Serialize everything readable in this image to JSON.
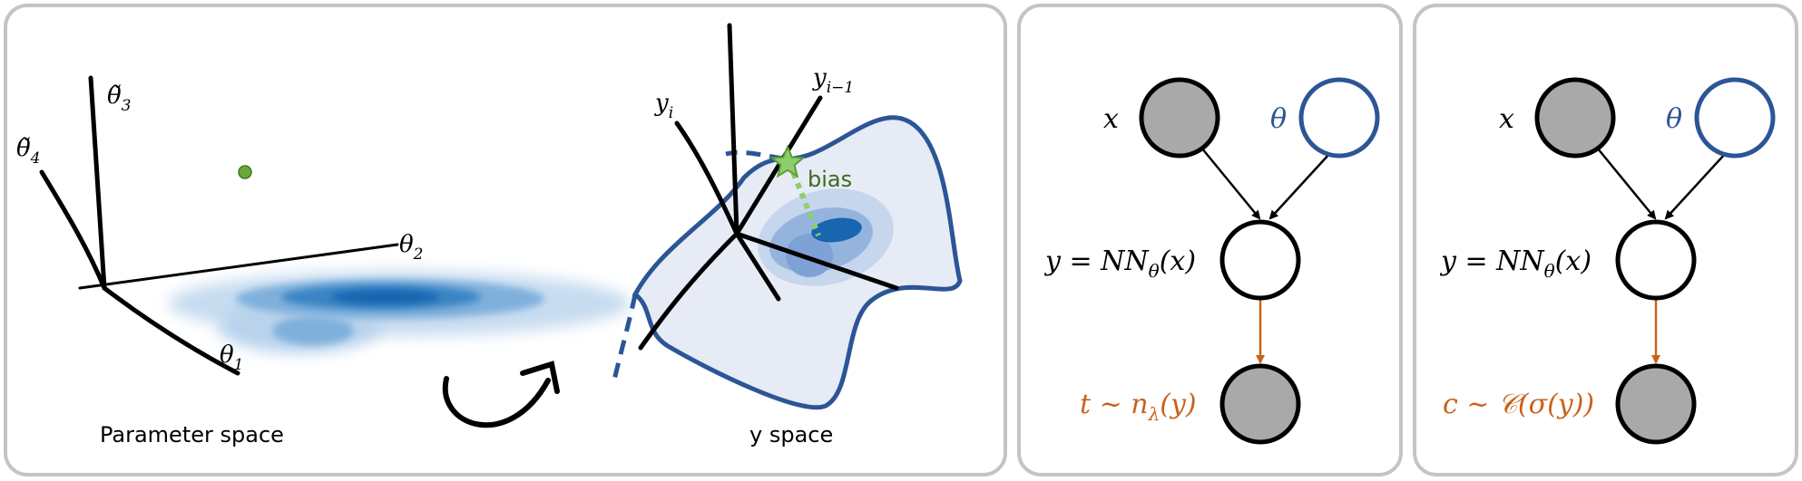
{
  "labels": {
    "theta3": "θ̃",
    "theta3_sub": "3",
    "theta4": "θ̃",
    "theta4_sub": "4",
    "theta2": "θ",
    "theta2_sub": "2",
    "theta1": "θ",
    "theta1_sub": "1",
    "yi": "y",
    "yi_sub": "i",
    "yim1": "y",
    "yim1_sub": "i−1",
    "bias": "bias",
    "parameter_space": "Parameter space",
    "y_space": "y space"
  },
  "regression": {
    "x": "x",
    "theta": "θ",
    "y_eq": "y = NN",
    "y_eq_sub": "θ",
    "y_eq_arg": "(x)",
    "t_label": "t ~ n",
    "t_sub": "λ",
    "t_arg": "(y)"
  },
  "classification": {
    "x": "x",
    "theta": "θ",
    "y_eq": "y = NN",
    "y_eq_sub": "θ",
    "y_eq_arg": "(x)",
    "c_label": "c ~ 𝒞(σ(y))"
  },
  "colors": {
    "border": "#c4c4c4",
    "node_gray": "#a9a9a9",
    "theta_blue": "#2c5596",
    "orange": "#c9621b",
    "point_green": "#6aa83c",
    "star_green": "#8ccf6a",
    "density_dark": "#1865b0",
    "surface_fill": "#e6ebf5"
  }
}
